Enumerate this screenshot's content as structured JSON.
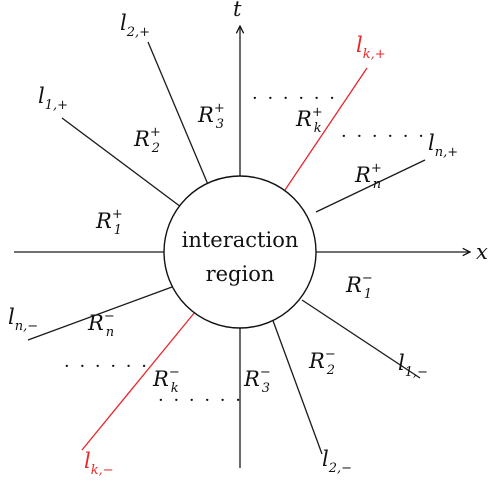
{
  "colors": {
    "ink": "#111111",
    "highlight": "#e8262a"
  },
  "axes": {
    "x_label": "x",
    "t_label": "t"
  },
  "center": {
    "line1": "interaction",
    "line2": "region"
  },
  "lines": {
    "l2p": {
      "base": "l",
      "sub": "2,+"
    },
    "l1p": {
      "base": "l",
      "sub": "1,+"
    },
    "lkp": {
      "base": "l",
      "sub": "k,+"
    },
    "lnp": {
      "base": "l",
      "sub": "n,+"
    },
    "lnm": {
      "base": "l",
      "sub": "n,−"
    },
    "lkm": {
      "base": "l",
      "sub": "k,−"
    },
    "l2m": {
      "base": "l",
      "sub": "2,−"
    },
    "l1m": {
      "base": "l",
      "sub": "1,−"
    }
  },
  "regions": {
    "r1p": {
      "base": "R",
      "sub": "1",
      "sup": "+"
    },
    "r2p": {
      "base": "R",
      "sub": "2",
      "sup": "+"
    },
    "r3p": {
      "base": "R",
      "sub": "3",
      "sup": "+"
    },
    "rkp": {
      "base": "R",
      "sub": "k",
      "sup": "+"
    },
    "rnp": {
      "base": "R",
      "sub": "n",
      "sup": "+"
    },
    "r1m": {
      "base": "R",
      "sub": "1",
      "sup": "−"
    },
    "r2m": {
      "base": "R",
      "sub": "2",
      "sup": "−"
    },
    "r3m": {
      "base": "R",
      "sub": "3",
      "sup": "−"
    },
    "rkm": {
      "base": "R",
      "sub": "k",
      "sup": "−"
    },
    "rnm": {
      "base": "R",
      "sub": "n",
      "sup": "−"
    }
  },
  "ellipsis": "· · · · · ·"
}
